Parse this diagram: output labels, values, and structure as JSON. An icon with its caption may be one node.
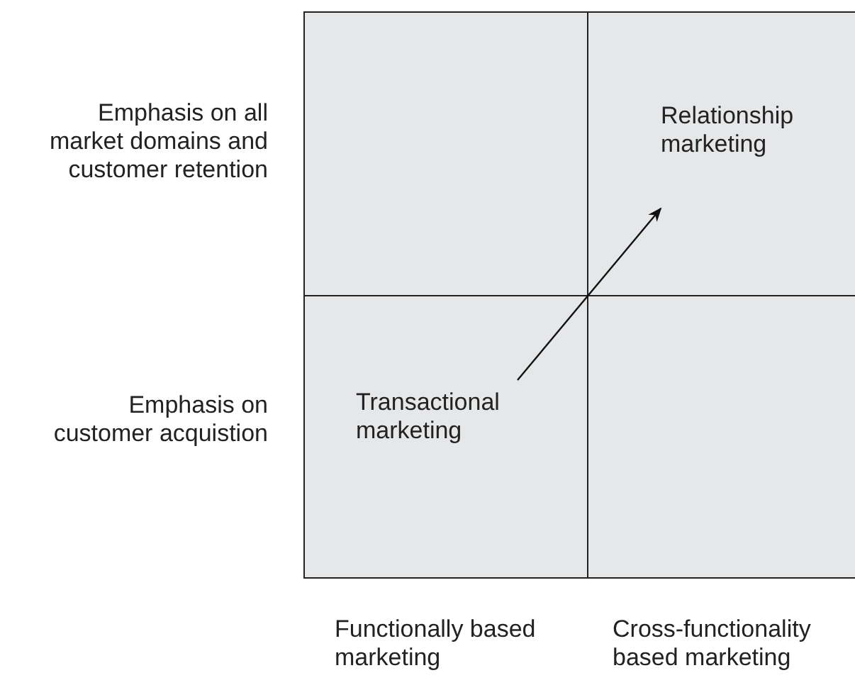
{
  "diagram": {
    "nodes": [
      {
        "text": [
          "Relationship marketing"
        ]
      },
      {
        "text": [
          "Transactional marketing"
        ]
      }
    ],
    "edges": [
      {
        "from": 1,
        "to": 0,
        "arrow": "to"
      }
    ],
    "labels": [
      "Emphasis on all market domains and customer retention",
      "Emphasis on customer acquistion",
      "Functionally based marketing",
      "Cross-functionality based marketing"
    ]
  }
}
